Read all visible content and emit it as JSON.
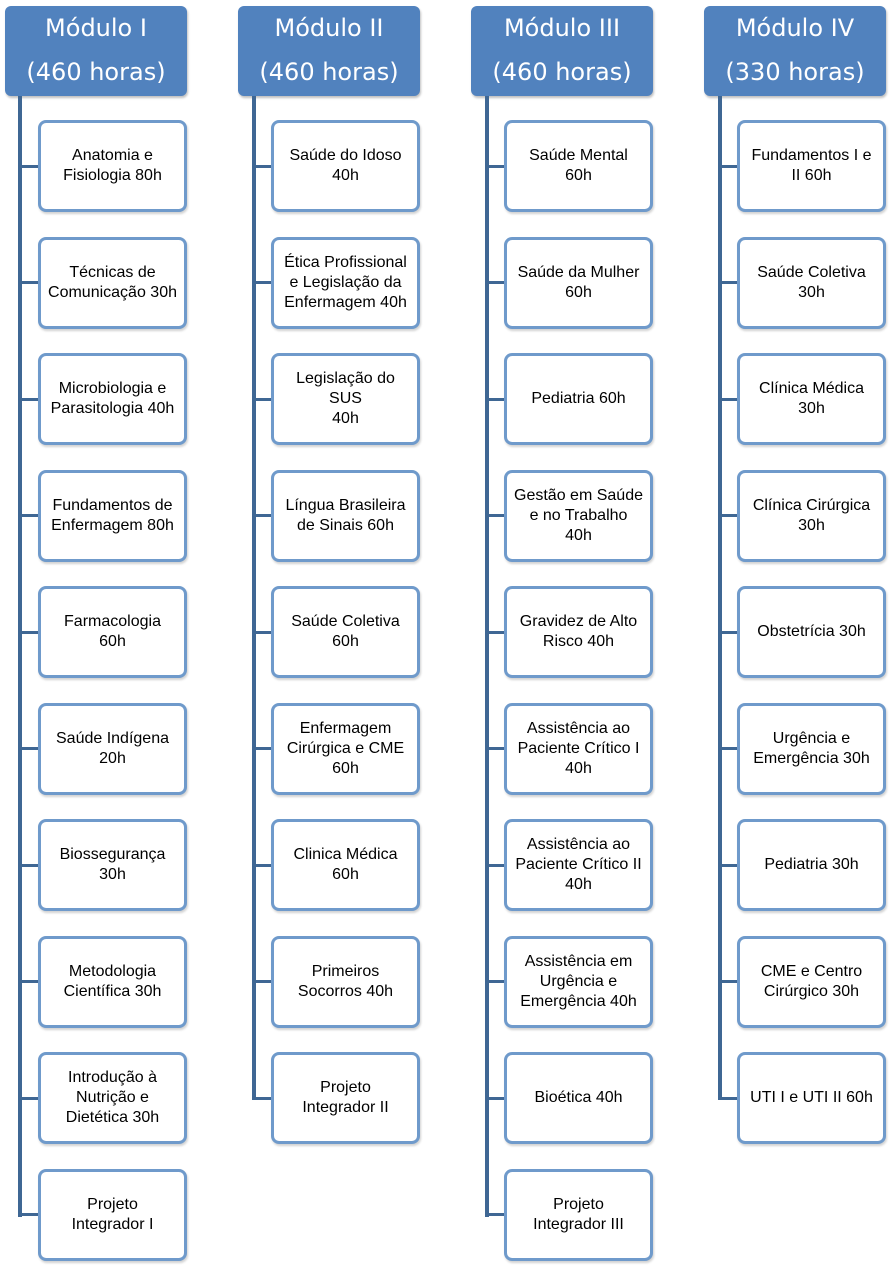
{
  "diagram": {
    "colors": {
      "header_fill": "#5182be",
      "connector": "#3f6794",
      "box_border": "#6f9acb"
    },
    "modules": [
      {
        "title": "Módulo I",
        "hours": "(460 horas)",
        "items": [
          "Anatomia e\nFisiologia 80h",
          "Técnicas de\nComunicação 30h",
          "Microbiologia e\nParasitologia 40h",
          "Fundamentos de\nEnfermagem 80h",
          "Farmacologia\n60h",
          "Saúde Indígena\n20h",
          "Biossegurança\n30h",
          "Metodologia\nCientífica 30h",
          "Introdução à\nNutrição e\nDietética  30h",
          "Projeto\nIntegrador I"
        ]
      },
      {
        "title": "Módulo II",
        "hours": "(460 horas)",
        "items": [
          "Saúde do Idoso\n40h",
          "Ética Profissional\ne Legislação da\nEnfermagem 40h",
          "Legislação do SUS\n40h",
          "Língua Brasileira\nde Sinais  60h",
          "Saúde Coletiva\n60h",
          "Enfermagem\nCirúrgica e CME\n60h",
          "Clinica Médica\n60h",
          "Primeiros\nSocorros 40h",
          "Projeto\nIntegrador II"
        ]
      },
      {
        "title": "Módulo III",
        "hours": "(460 horas)",
        "items": [
          "Saúde Mental\n60h",
          "Saúde da Mulher\n60h",
          "Pediatria 60h",
          "Gestão  em Saúde\ne no Trabalho\n40h",
          "Gravidez de Alto\nRisco 40h",
          "Assistência ao\nPaciente Crítico I\n40h",
          "Assistência ao\nPaciente Crítico II\n40h",
          "Assistência em\nUrgência e\nEmergência 40h",
          "Bioética 40h",
          "Projeto\nIntegrador III"
        ]
      },
      {
        "title": "Módulo IV",
        "hours": "(330 horas)",
        "items": [
          "Fundamentos I e\nII 60h",
          "Saúde Coletiva\n30h",
          "Clínica Médica\n30h",
          "Clínica Cirúrgica\n30h",
          "Obstetrícia  30h",
          "Urgência e\nEmergência 30h",
          "Pediatria 30h",
          "CME e Centro\nCirúrgico 30h",
          "UTI I e UTI II 60h"
        ]
      }
    ]
  }
}
